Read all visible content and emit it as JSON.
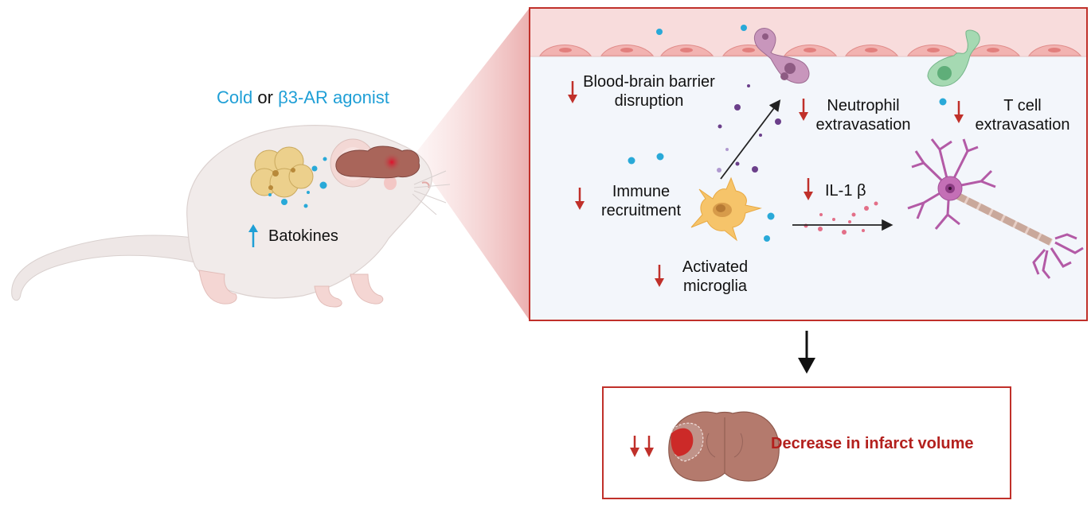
{
  "stimulus": {
    "cold": "Cold",
    "or": "or",
    "agonist": "β3-AR agonist"
  },
  "mouse": {
    "batokines": "Batokines"
  },
  "panel": {
    "bbb_line1": "Blood-brain barrier",
    "bbb_line2": "disruption",
    "neutrophil_line1": "Neutrophil",
    "neutrophil_line2": "extravasation",
    "tcell_line1": "T cell",
    "tcell_line2": "extravasation",
    "immune_line1": "Immune",
    "immune_line2": "recruitment",
    "il1b": "IL-1 β",
    "microglia_line1": "Activated",
    "microglia_line2": "microglia"
  },
  "result": {
    "text": "Decrease in infarct volume"
  },
  "colors": {
    "cyan": "#1f9fd6",
    "down_arrow": "#c0302a",
    "panel_border": "#c0302a",
    "result_text": "#b3201d"
  },
  "icons": [
    "up-arrow-icon",
    "down-arrow-icon",
    "black-down-arrow-icon"
  ]
}
